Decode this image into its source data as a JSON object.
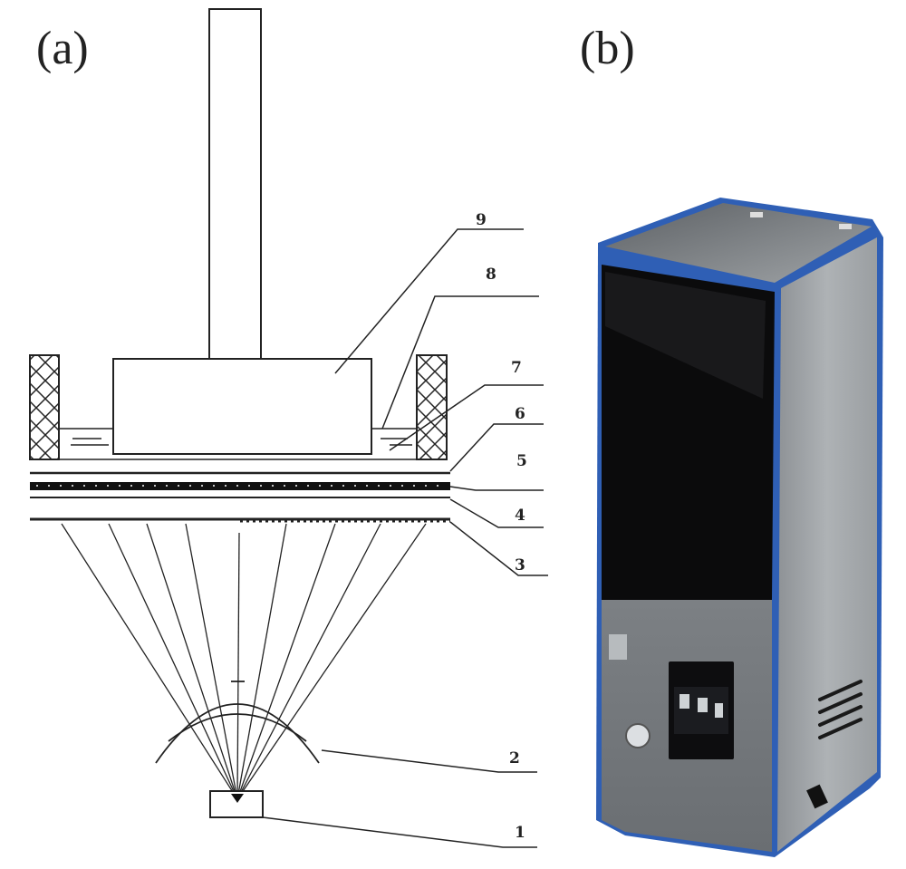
{
  "panels": {
    "a": {
      "label": "(a)"
    },
    "b": {
      "label": "(b)"
    }
  },
  "callouts": {
    "n1": "1",
    "n2": "2",
    "n3": "3",
    "n4": "4",
    "n5": "5",
    "n6": "6",
    "n7": "7",
    "n8": "8",
    "n9": "9"
  }
}
